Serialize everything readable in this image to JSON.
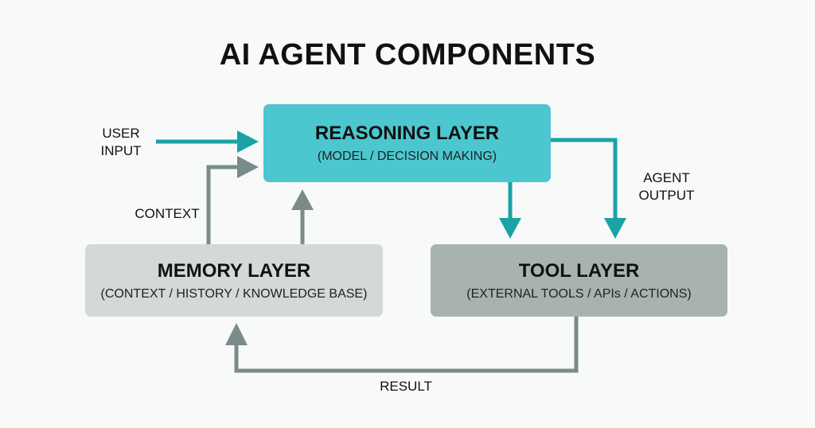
{
  "title": "AI AGENT COMPONENTS",
  "nodes": {
    "reasoning": {
      "title": "REASONING LAYER",
      "subtitle": "(MODEL / DECISION MAKING)",
      "color": "#4cc7cf"
    },
    "memory": {
      "title": "MEMORY LAYER",
      "subtitle": "(CONTEXT / HISTORY / KNOWLEDGE BASE)",
      "color": "#d3d8d8"
    },
    "tool": {
      "title": "TOOL LAYER",
      "subtitle": "(EXTERNAL TOOLS / APIs / ACTIONS)",
      "color": "#a8b3b1"
    }
  },
  "edge_labels": {
    "user_input_line1": "USER",
    "user_input_line2": "INPUT",
    "context": "CONTEXT",
    "agent_output_line1": "AGENT",
    "agent_output_line2": "OUTPUT",
    "result": "RESULT"
  },
  "edges": [
    {
      "from": "user-input",
      "to": "reasoning",
      "label": "USER INPUT",
      "color": "#1aa3a6"
    },
    {
      "from": "memory",
      "to": "reasoning",
      "label": "CONTEXT",
      "color": "#7a8b8a"
    },
    {
      "from": "memory",
      "to": "reasoning",
      "label": "",
      "color": "#7a8b8a"
    },
    {
      "from": "reasoning",
      "to": "tool",
      "label": "",
      "color": "#1aa3a6"
    },
    {
      "from": "reasoning",
      "to": "tool",
      "label": "AGENT OUTPUT",
      "color": "#1aa3a6"
    },
    {
      "from": "tool",
      "to": "memory",
      "label": "RESULT",
      "color": "#7a8b8a"
    }
  ]
}
